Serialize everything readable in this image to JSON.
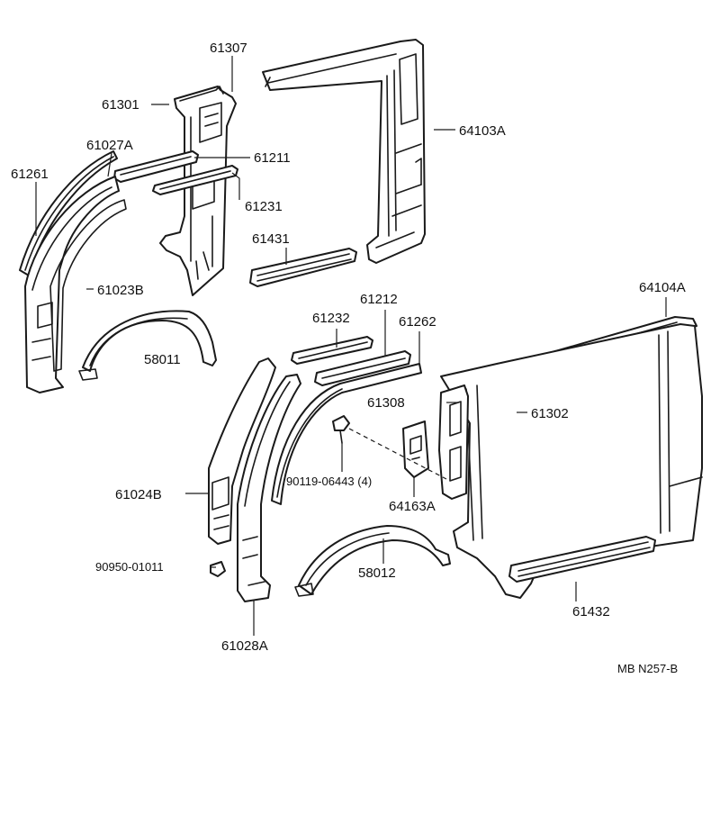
{
  "parts": {
    "p61307": "61307",
    "p61301": "61301",
    "p64103a": "64103A",
    "p61027a": "61027A",
    "p61211": "61211",
    "p61261": "61261",
    "p61231": "61231",
    "p61431": "61431",
    "p61023b": "61023B",
    "p58011": "58011",
    "p64104a": "64104A",
    "p61212": "61212",
    "p61232": "61232",
    "p61262": "61262",
    "p61308": "61308",
    "p61302": "61302",
    "p90119": "90119-06443 (4)",
    "p61024b": "61024B",
    "p64163a": "64163A",
    "p90950": "90950-01011",
    "p58012": "58012",
    "p61432": "61432",
    "p61028a": "61028A"
  },
  "diagram_code": "MB N257-B"
}
